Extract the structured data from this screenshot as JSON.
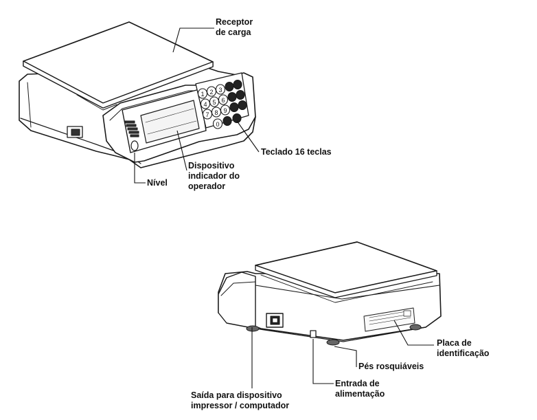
{
  "figure": {
    "labels": {
      "receptor": "Receptor\nde carga",
      "teclado": "Teclado 16 teclas",
      "nivel": "Nível",
      "dispositivo": "Dispositivo\nindicador do\noperador",
      "placa": "Placa de\nidentificação",
      "pes": "Pés rosquiáveis",
      "entrada": "Entrada de\nalimentação",
      "saida": "Saída para dispositivo\nimpressor / computador"
    },
    "keypad_keys": [
      "1",
      "2",
      "3",
      "4",
      "5",
      "6",
      "7",
      "8",
      "9",
      "0"
    ],
    "colors": {
      "ink": "#1a1a1a",
      "screen": "#f4f4f4",
      "dark_key": "#222222"
    }
  }
}
